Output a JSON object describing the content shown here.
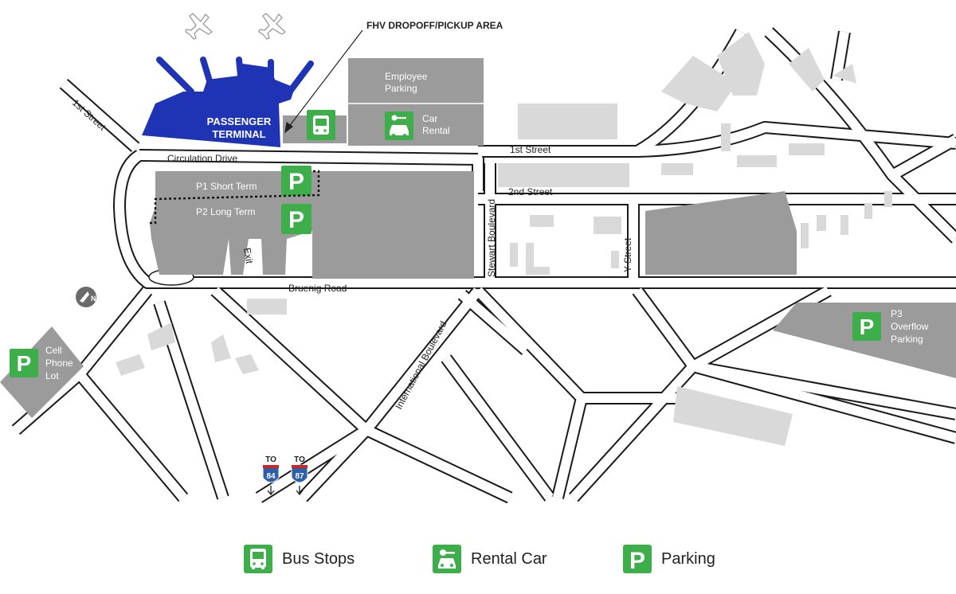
{
  "map": {
    "callout": "FHV DROPOFF/PICKUP AREA",
    "terminal": [
      "PASSENGER",
      "TERMINAL"
    ],
    "employee_parking": [
      "Employee",
      "Parking"
    ],
    "car_rental": [
      "Car",
      "Rental"
    ],
    "streets": {
      "first_street_left": "1st Street",
      "first_street": "1st Street",
      "circulation_drive": "Circulation Drive",
      "second_street": "2nd Street",
      "stewart_boulevard": "Stewart Boulevard",
      "y_street": "Y Street",
      "bruenig_road": "Bruenig Road",
      "international_boulevard": "International Boulevard",
      "exit": "Exit"
    },
    "p1": "P1 Short Term",
    "p2": "P2 Long Term",
    "p3": [
      "P3",
      "Overflow",
      "Parking"
    ],
    "cell_phone_lot": [
      "Cell",
      "Phone",
      "Lot"
    ],
    "north": "N",
    "parking_letter": "P",
    "interstates": [
      {
        "to": "TO",
        "number": "84"
      },
      {
        "to": "TO",
        "number": "87"
      }
    ]
  },
  "legend": {
    "bus_stops": "Bus Stops",
    "rental_car": "Rental Car",
    "parking": "Parking",
    "parking_letter": "P"
  },
  "colors": {
    "terminal": "#1f33b5",
    "building": "#9b9b9b",
    "light_building": "#d9d9d9",
    "road_outline": "#1a1a1a",
    "icon_green": "#3dae49",
    "interstate_blue": "#2d5fa8",
    "interstate_red": "#c62828"
  },
  "icons": [
    "airplane-icon",
    "bus-icon",
    "rental-car-icon",
    "parking-icon",
    "north-arrow-icon",
    "interstate-shield-icon"
  ]
}
